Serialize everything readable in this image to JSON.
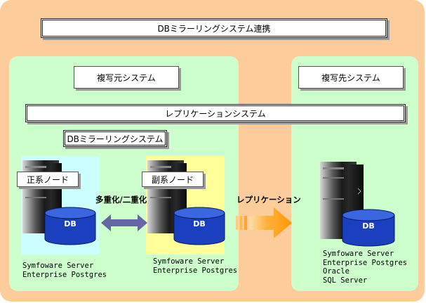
{
  "title": "DBミラーリングシステム連携",
  "source_system": {
    "label": "複写元システム",
    "replication_system_label": "レプリケーションシステム",
    "mirroring_system_label": "DBミラーリングシステム",
    "primary_node": {
      "label": "正系ノード",
      "db_label": "DB",
      "product_lines": [
        "Symfoware Server",
        "Enterprise Postgres"
      ]
    },
    "secondary_node": {
      "label": "副系ノード",
      "db_label": "DB",
      "product_lines": [
        "Symfoware Server",
        "Enterprise Postgres"
      ]
    },
    "duplex_label": "多重化/二重化"
  },
  "replication_arrow_label": "レプリケーション",
  "target_system": {
    "label": "複写先システム",
    "db_label": "DB",
    "product_lines": [
      "Symfoware Server",
      "Enterprise Postgres",
      "Oracle",
      "SQL Server"
    ]
  },
  "colors": {
    "background": "#fccc9a",
    "panel": "#ccffcc",
    "primary_highlight": "#ccffff",
    "secondary_highlight": "#ffff99",
    "db_cylinder": "#1a40c0",
    "duplex_arrow": "#6666a6",
    "replication_arrow": "#ff9900"
  }
}
